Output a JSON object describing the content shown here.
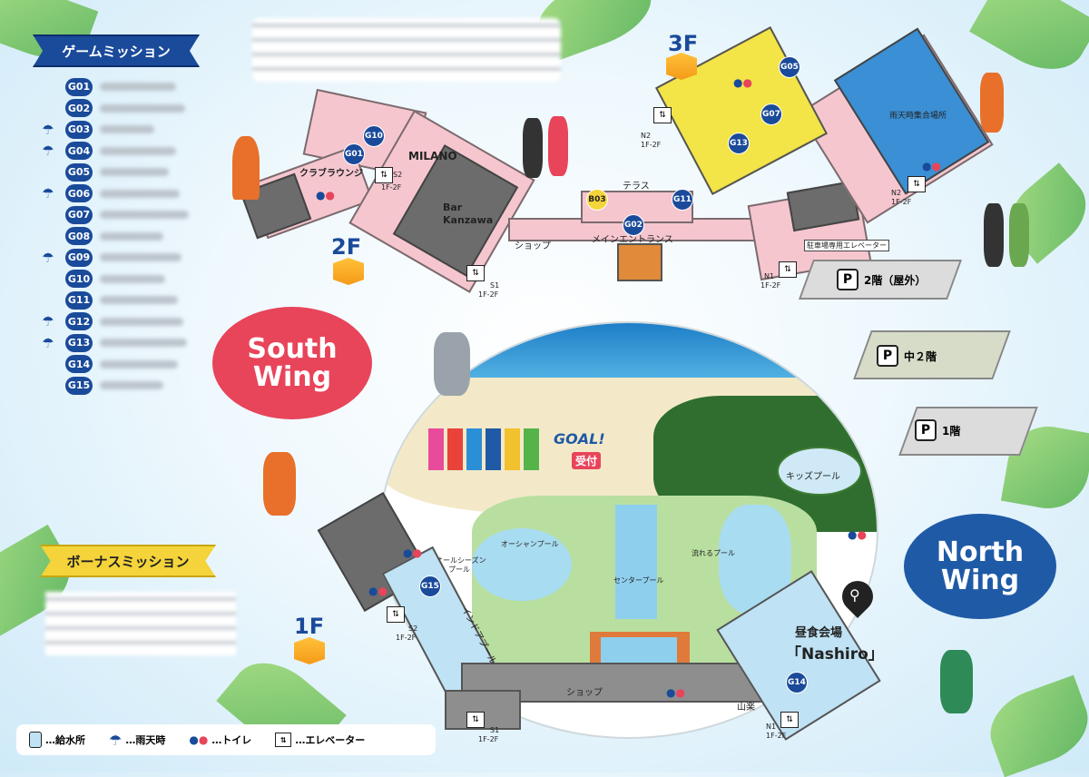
{
  "missions": {
    "header": "ゲームミッション",
    "items": [
      {
        "id": "G01",
        "rain": false
      },
      {
        "id": "G02",
        "rain": false
      },
      {
        "id": "G03",
        "rain": true
      },
      {
        "id": "G04",
        "rain": true
      },
      {
        "id": "G05",
        "rain": false
      },
      {
        "id": "G06",
        "rain": true
      },
      {
        "id": "G07",
        "rain": false
      },
      {
        "id": "G08",
        "rain": false
      },
      {
        "id": "G09",
        "rain": true
      },
      {
        "id": "G10",
        "rain": false
      },
      {
        "id": "G11",
        "rain": false
      },
      {
        "id": "G12",
        "rain": true
      },
      {
        "id": "G13",
        "rain": true
      },
      {
        "id": "G14",
        "rain": false
      },
      {
        "id": "G15",
        "rain": false
      }
    ]
  },
  "bonus": {
    "header": "ボーナスミッション"
  },
  "floors": {
    "f3": "3F",
    "f2": "2F",
    "f1": "1F"
  },
  "wings": {
    "south": [
      "South",
      "Wing"
    ],
    "north": [
      "North",
      "Wing"
    ]
  },
  "labels": {
    "club_lounge": "クラブラウンジ",
    "milano": "MILANO",
    "bar": [
      "Bar",
      "Kanzawa"
    ],
    "shop": "ショップ",
    "terrace": "テラス",
    "main_entrance": "メインエントランス",
    "rain_area": "雨天時集合場所",
    "parking_elevator": "駐車場専用エレベーター",
    "p2": "2階（屋外）",
    "pm2": "中２階",
    "p1": "1階",
    "p_letter": "P",
    "goal": "GOAL!",
    "reception": "受付",
    "kids_pool": "キッズプール",
    "ocean_pool": "オーシャンプール",
    "allseason_pool": [
      "オールシーズン",
      "プール"
    ],
    "center_pool": "センタープール",
    "river_pool": "流れるプール",
    "indoor_pool": "インドアプール",
    "shop1": "ショップ",
    "sanraku": "山楽",
    "lunch": "昼食会場",
    "nashiro": "「Nashiro」",
    "s2": "S2",
    "s1": "S1",
    "n2": "N2",
    "n1": "N1",
    "f12": "1F-2F"
  },
  "map_badges": {
    "g01": "G01",
    "g10": "G10",
    "b03": "B03",
    "g02": "G02",
    "g11": "G11",
    "g05": "G05",
    "g07": "G07",
    "g13": "G13",
    "g15": "G15",
    "g14": "G14"
  },
  "legend": {
    "water": "…給水所",
    "rain": "…雨天時",
    "toilet": "…トイレ",
    "elevator": "…エレベーター"
  },
  "colors": {
    "navy": "#1a4a9a",
    "pink": "#f6c6cf",
    "yellow": "#f4d43a",
    "south": "#e8445a",
    "north": "#1f5aa6"
  }
}
